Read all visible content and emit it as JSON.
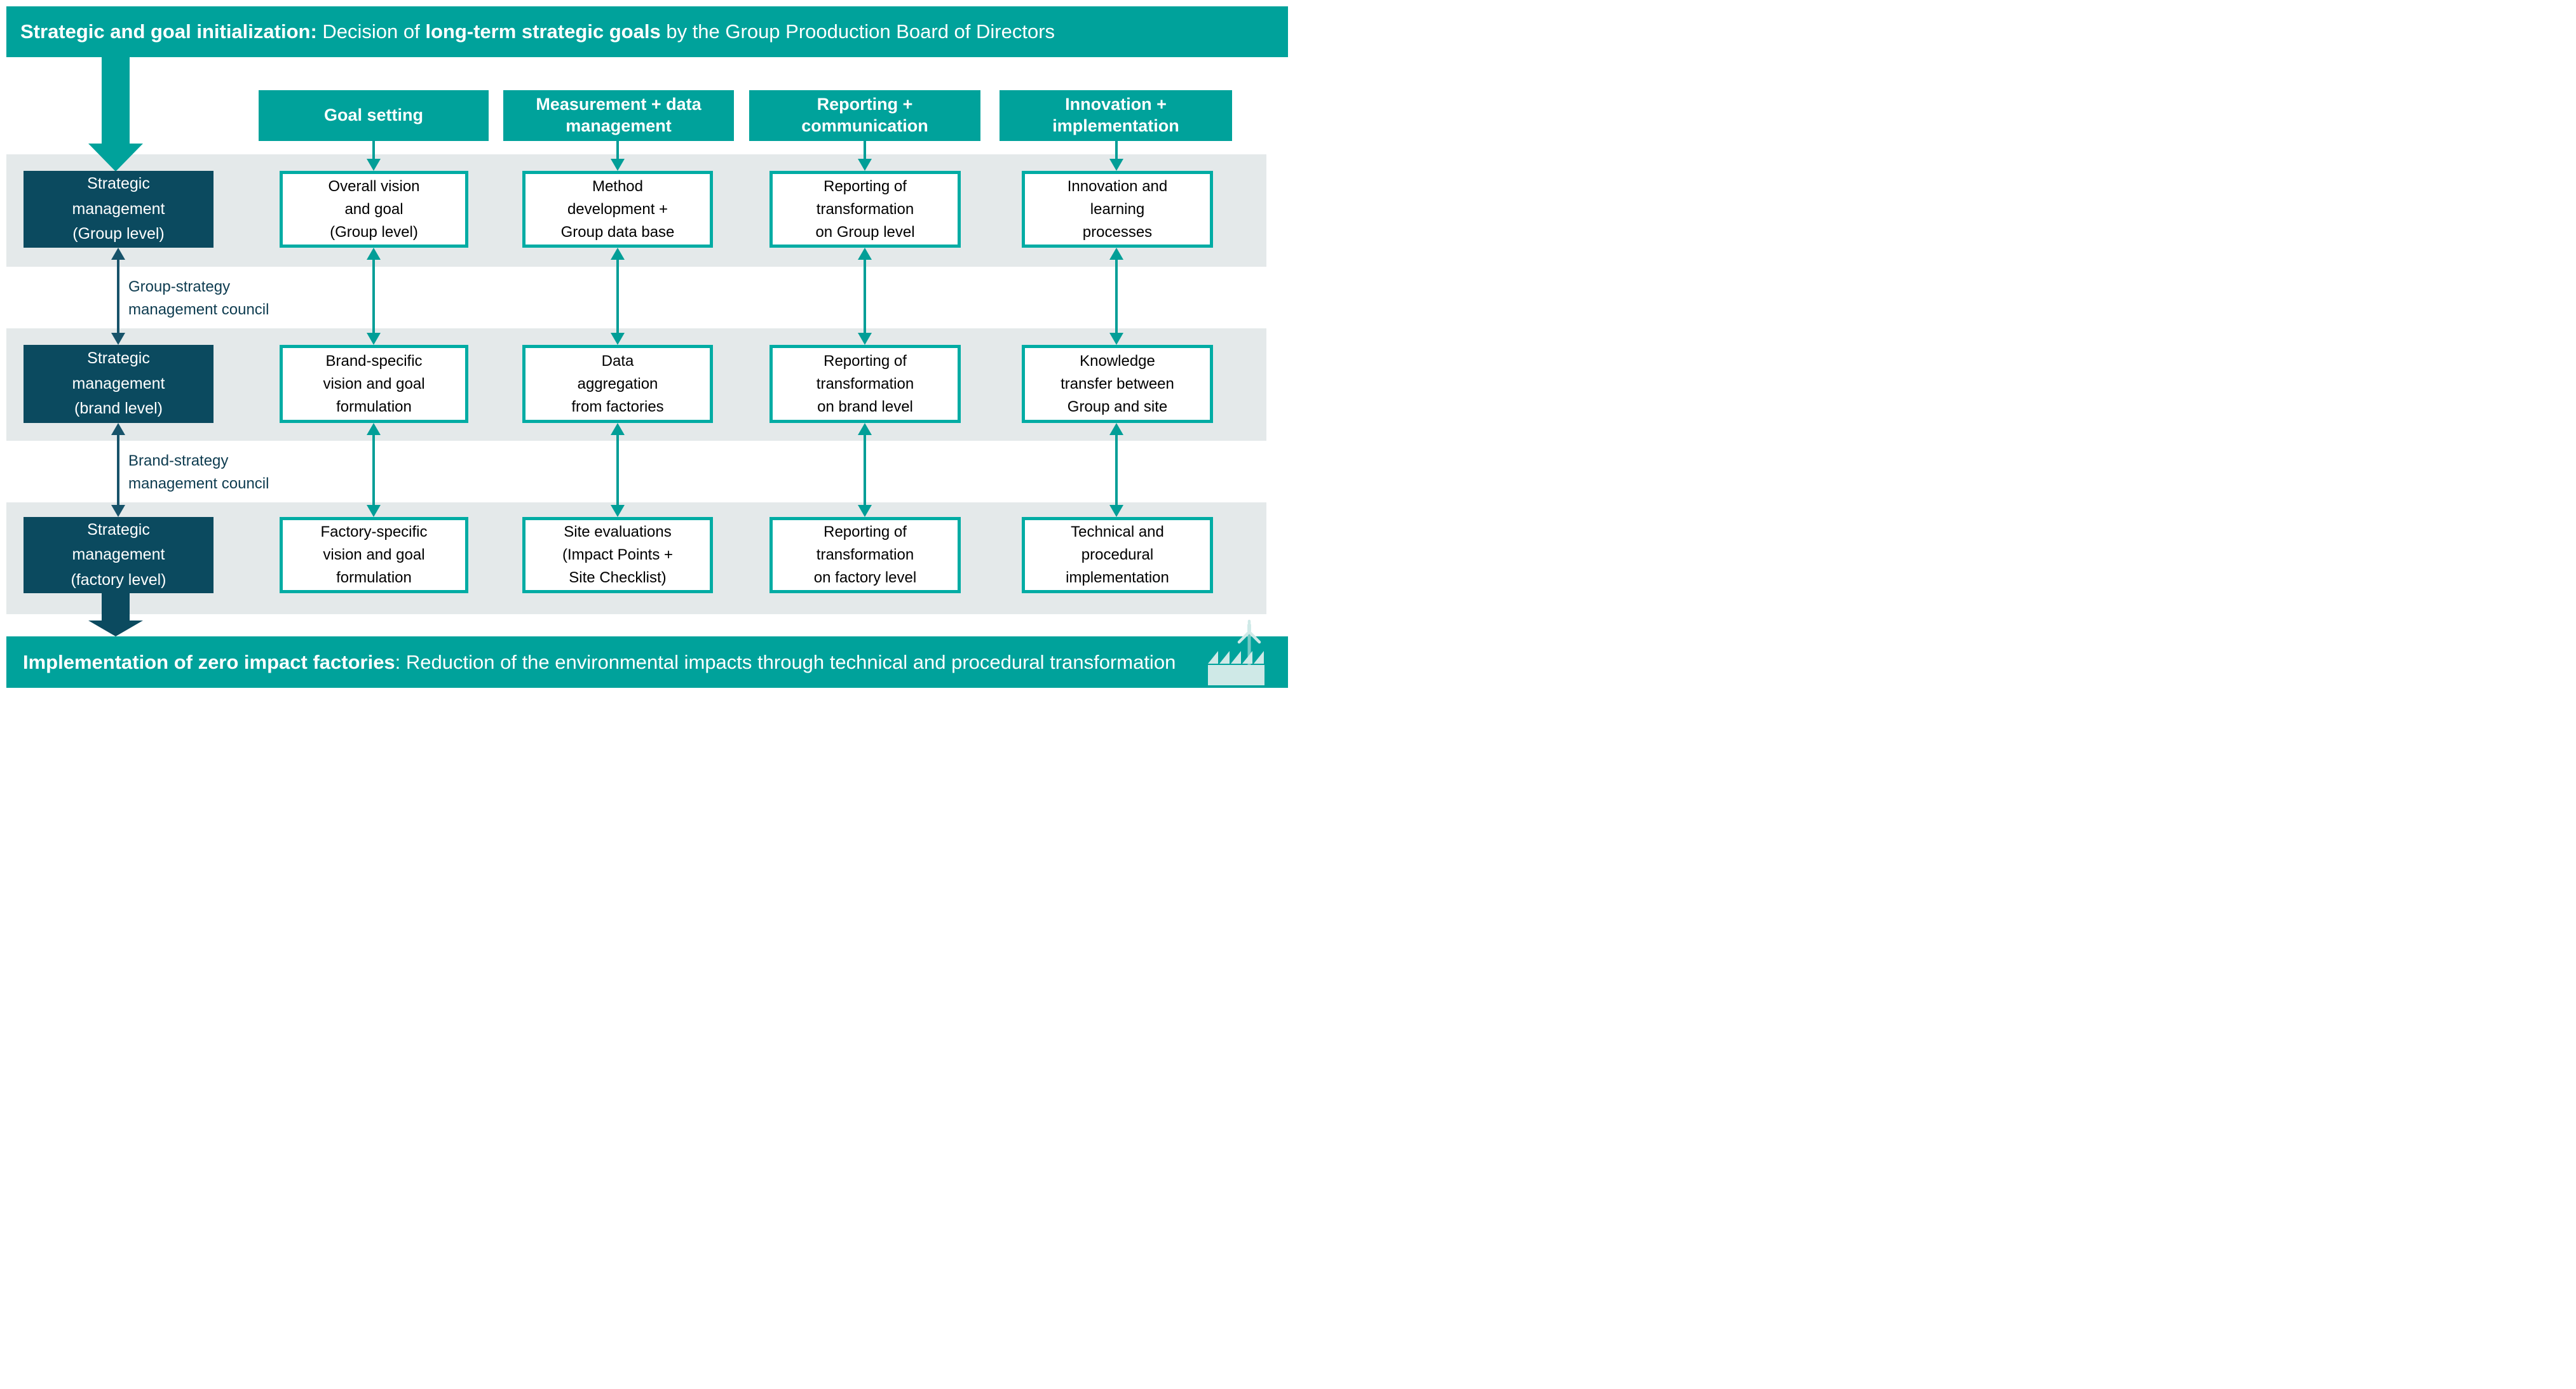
{
  "top_banner": {
    "bold1": "Strategic and goal initialization:",
    "normal1": " Decision of ",
    "bold2": "long-term strategic goals",
    "normal2": " by the Group Prooduction Board of Directors"
  },
  "column_headers": [
    "Goal setting",
    "Measurement + data\nmanagement",
    "Reporting +\ncommunication",
    "Innovation +\nimplementation"
  ],
  "levels": [
    "Strategic\nmanagement\n(Group level)",
    "Strategic\nmanagement\n(brand level)",
    "Strategic\nmanagement\n(factory level)"
  ],
  "councils": [
    "Group-strategy\nmanagement council",
    "Brand-strategy\nmanagement council"
  ],
  "grid": {
    "rows": [
      [
        "Overall vision\nand goal\n(Group level)",
        "Method\ndevelopment +\nGroup data base",
        "Reporting of\ntransformation\non Group level",
        "Innovation and\nlearning\nprocesses"
      ],
      [
        "Brand-specific\nvision and goal\nformulation",
        "Data\naggregation\nfrom factories",
        "Reporting of\ntransformation\non brand level",
        "Knowledge\ntransfer between\nGroup and site"
      ],
      [
        "Factory-specific\nvision and goal\nformulation",
        "Site evaluations\n(Impact Points +\nSite Checklist)",
        "Reporting of\ntransformation\non factory level",
        "Technical and\nprocedural\nimplementation"
      ]
    ]
  },
  "bottom_banner": {
    "bold": "Implementation of zero impact factories",
    "normal": ": Reduction of the environmental impacts through technical and procedural transformation"
  },
  "icons": {
    "factory": "factory-icon",
    "wind_turbine": "wind-turbine-icon"
  },
  "colors": {
    "teal": "#00a29b",
    "teal_border": "#00aca4",
    "teal_arrow": "#019e97",
    "dark_navy": "#0b4a5f",
    "navy_arrow": "#17536a",
    "band_gray": "#e4e9ea",
    "council_text": "#0e3c50",
    "icon_light": "#cfe9e7",
    "icon_mid": "#74c9c4"
  }
}
